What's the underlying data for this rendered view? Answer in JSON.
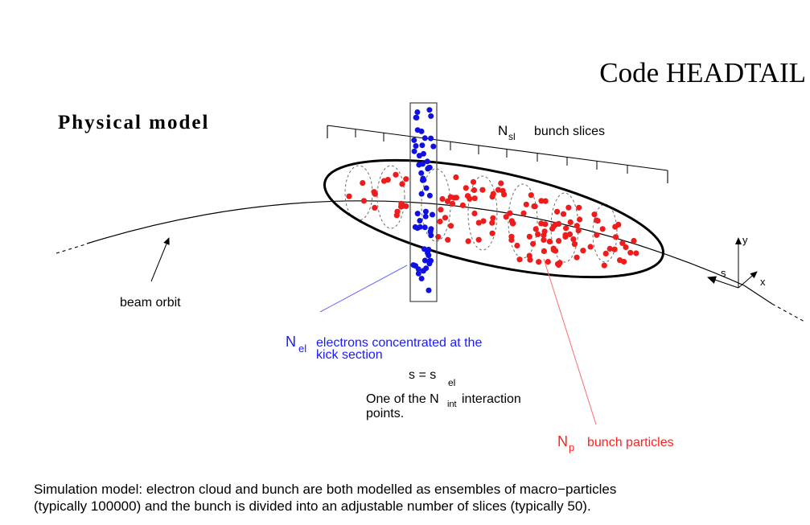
{
  "title": "Code HEADTAIL",
  "section_heading": "Physical model",
  "slices": {
    "symbol": "N",
    "subscript": "sl",
    "text": "bunch slices"
  },
  "beam_orbit_label": "beam orbit",
  "electrons": {
    "symbol": "N",
    "subscript": "el",
    "line1": "electrons concentrated at the",
    "line2": "kick section",
    "color": "#1a1aff"
  },
  "kick_position": {
    "lhs": "s = s",
    "subscript": "el"
  },
  "interaction": {
    "line1_prefix": "One of the N",
    "subscript": "int",
    "line1_suffix": "interaction",
    "line2": "points."
  },
  "bunch": {
    "symbol": "N",
    "subscript": "p",
    "text": "bunch particles",
    "color": "#ff2020"
  },
  "axes": {
    "s": "s",
    "x": "x",
    "y": "y"
  },
  "caption": {
    "line1": "Simulation model: electron cloud and bunch are both modelled as ensembles of macro−particles",
    "line2": "(typically 100000) and the bunch is divided into an adjustable number of slices (typically 50)."
  },
  "colors": {
    "electron_dots": "#1010e0",
    "proton_dots": "#ee1c1c",
    "ink": "#000000"
  }
}
